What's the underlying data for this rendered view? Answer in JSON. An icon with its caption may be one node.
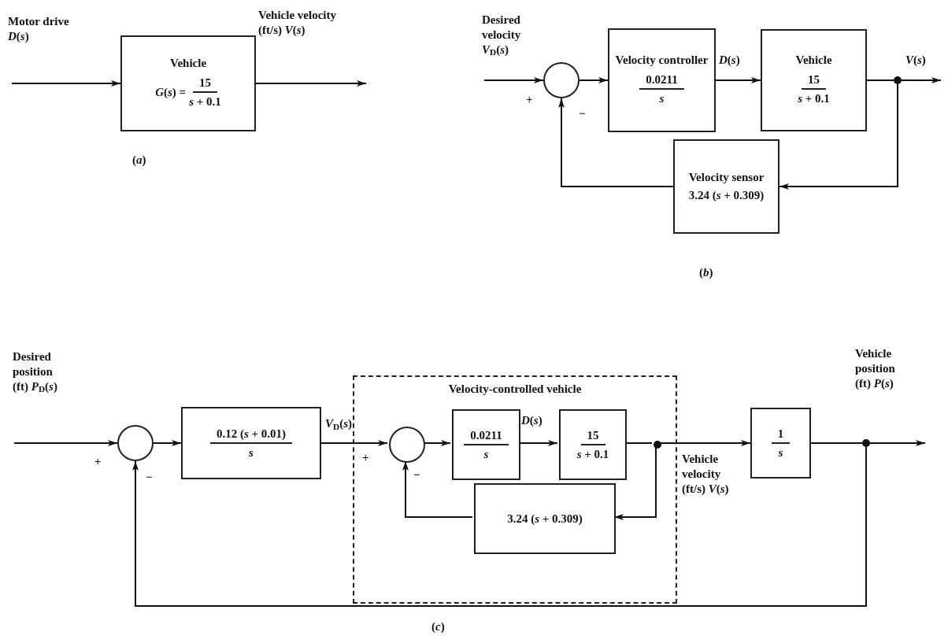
{
  "diagram": {
    "nodes": [
      {
        "text": [
          "Vehicle",
          "*G*(*s*) =",
          "15",
          "*s* + 0.1"
        ]
      },
      {
        "text": [],
        "shape": "circle"
      },
      {
        "text": [
          "Velocity controller",
          "0.0211",
          "*s*"
        ]
      },
      {
        "text": [
          "Vehicle",
          "15",
          "*s* + 0.1"
        ]
      },
      {
        "text": [
          "Velocity sensor",
          "3.24 (*s* + 0.309)"
        ]
      },
      {
        "text": [],
        "shape": "dot"
      },
      {
        "text": [],
        "shape": "circle"
      },
      {
        "text": [
          "0.12 (*s* + 0.01)",
          "*s*"
        ]
      },
      {
        "text": [
          "Velocity-controlled vehicle"
        ]
      },
      {
        "text": [],
        "shape": "circle",
        "in": 8
      },
      {
        "text": [
          "0.0211",
          "*s*"
        ],
        "in": 8
      },
      {
        "text": [
          "15",
          "*s* + 0.1"
        ],
        "in": 8
      },
      {
        "text": [],
        "shape": "dot",
        "in": 8
      },
      {
        "text": [
          "3.24 (*s* + 0.309)"
        ],
        "in": 8
      },
      {
        "text": [
          "1",
          "*s*"
        ]
      },
      {
        "text": [],
        "shape": "dot"
      }
    ],
    "edges": [
      {
        "from": null,
        "to": 0,
        "arrow": "to",
        "label": "Motor drive *D*(*s*)"
      },
      {
        "from": 0,
        "to": null,
        "arrow": "to",
        "label": "Vehicle velocity (ft/s) *V*(*s*)"
      },
      {
        "from": null,
        "to": 1,
        "arrow": "to",
        "label": "Desired velocity *V*$_{D}$(*s*)"
      },
      {
        "from": 1,
        "to": 2,
        "arrow": "to"
      },
      {
        "from": 2,
        "to": 3,
        "arrow": "to",
        "label": "*D*(*s*)"
      },
      {
        "from": 3,
        "to": 5,
        "arrow": "none"
      },
      {
        "from": 5,
        "to": null,
        "arrow": "to",
        "label": "*V*(*s*)"
      },
      {
        "from": 5,
        "to": 4,
        "arrow": "to"
      },
      {
        "from": 4,
        "to": 1,
        "arrow": "to"
      },
      {
        "from": null,
        "to": 6,
        "arrow": "to",
        "label": "Desired position (ft) *P*$_{D}$(*s*)"
      },
      {
        "from": 6,
        "to": 7,
        "arrow": "to"
      },
      {
        "from": 7,
        "to": 9,
        "arrow": "to",
        "label": "*V*$_{D}$(*s*)"
      },
      {
        "from": 9,
        "to": 10,
        "arrow": "to"
      },
      {
        "from": 10,
        "to": 11,
        "arrow": "to",
        "label": "*D*(*s*)"
      },
      {
        "from": 11,
        "to": 12,
        "arrow": "none"
      },
      {
        "from": 12,
        "to": 14,
        "arrow": "to",
        "label": "Vehicle velocity (ft/s) *V*(*s*)"
      },
      {
        "from": 12,
        "to": 13,
        "arrow": "to"
      },
      {
        "from": 13,
        "to": 9,
        "arrow": "to"
      },
      {
        "from": 14,
        "to": 15,
        "arrow": "none"
      },
      {
        "from": 15,
        "to": null,
        "arrow": "to",
        "label": "Vehicle position (ft) *P*(*s*)"
      },
      {
        "from": 15,
        "to": 6,
        "arrow": "to"
      }
    ],
    "labels": [
      "(*a*)",
      "+",
      "−",
      "(*b*)",
      "+",
      "−",
      "+",
      "−",
      "(*c*)"
    ]
  }
}
